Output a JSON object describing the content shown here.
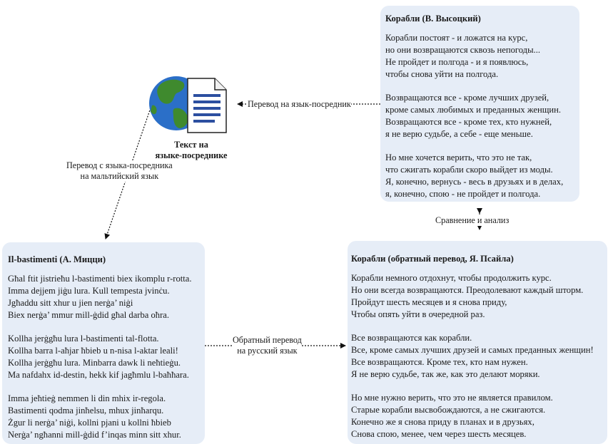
{
  "top_box": {
    "title": "Корабли (В. Высоцкий)",
    "stanzas": [
      [
        "Корабли постоят - и ложатся на курс,",
        "но они возвращаются сквозь непогоды...",
        "Не пройдет и полгода - и я появлюсь,",
        "чтобы снова уйти на полгода."
      ],
      [
        "Возвращаются все - кроме лучших друзей,",
        "кроме самых любимых и преданных женщин.",
        "Возвращаются все - кроме тех, кто нужней,",
        "я не верю судьбе, а себе - еще меньше."
      ],
      [
        "Но мне хочется верить, что это не так,",
        "что сжигать корабли скоро выйдет из моды.",
        "Я, конечно, вернусь - весь в друзьях и в делах,",
        "я, конечно, спою - не пройдет и полгода."
      ]
    ]
  },
  "left_box": {
    "title": "Il-bastimenti (A. Мицци)",
    "stanzas": [
      [
        "Għal ftit jistrieħu l-bastimenti biex ikomplu r-rotta.",
        "Imma dejjem jiġu lura. Kull tempesta jvinċu.",
        "Jgħaddu sitt xhur u jien nerġa’ niġi",
        "Biex nerġa’ mmur mill-ġdid għal darba oħra."
      ],
      [
        "Kollha jerġgħu lura l-bastimenti tal-flotta.",
        "Kollha barra l-aħjar ħbieb u n-nisa l-aktar leali!",
        "Kollha jerġgħu lura. Minbarra dawk li neħtieġu.",
        "Ma nafdahx id-destin, hekk kif jagħmlu l-baħħara."
      ],
      [
        "Imma jeħtieġ nemmen li din mhix ir-regola.",
        "Bastimenti qodma jinħelsu, mhux jinħarqu.",
        "Żgur li nerġa’ niġi, kollni pjani u kollni ħbieb",
        "Nerġa’ ngħanni mill-ġdid f’inqas minn sitt xhur."
      ]
    ]
  },
  "right_box": {
    "title": "Корабли (обратный перевод, Я. Псайла)",
    "stanzas": [
      [
        "Корабли немного отдохнут, чтобы продолжить курс.",
        "Но они всегда возвращаются. Преодолевают каждый шторм.",
        "Пройдут шесть месяцев и я снова приду,",
        "Чтобы опять уйти в очередной раз."
      ],
      [
        "Все возвращаются как корабли.",
        "Все, кроме самых лучших друзей и самых преданных женщин!",
        "Все возвращаются. Кроме тех, кто нам нужен.",
        "Я не верю судьбе, так же, как это делают моряки."
      ],
      [
        "Но мне нужно верить, что это не является правилом.",
        "Старые корабли высвобождаются, а не сжигаются.",
        "Конечно же я снова приду в планах и в друзьях,",
        "Снова спою, менее, чем через шесть месяцев."
      ]
    ]
  },
  "icon_node": {
    "label_line1": "Текст на",
    "label_line2": "языке-посреднике",
    "globe_icon": "globe-icon",
    "document_icon": "document-icon"
  },
  "edges": {
    "to_intermediate": "Перевод на язык-посредник",
    "to_maltese_line1": "Перевод с языка-посредника",
    "to_maltese_line2": "на мальтийский язык",
    "back_translation_line1": "Обратный перевод",
    "back_translation_line2": "на русский язык",
    "comparison": "Сравнение и анализ"
  },
  "colors": {
    "box_fill": "#e6edf7",
    "globe_ocean": "#2b6fc8",
    "globe_land": "#3f8a2e",
    "document_lines": "#2c4fa0"
  }
}
